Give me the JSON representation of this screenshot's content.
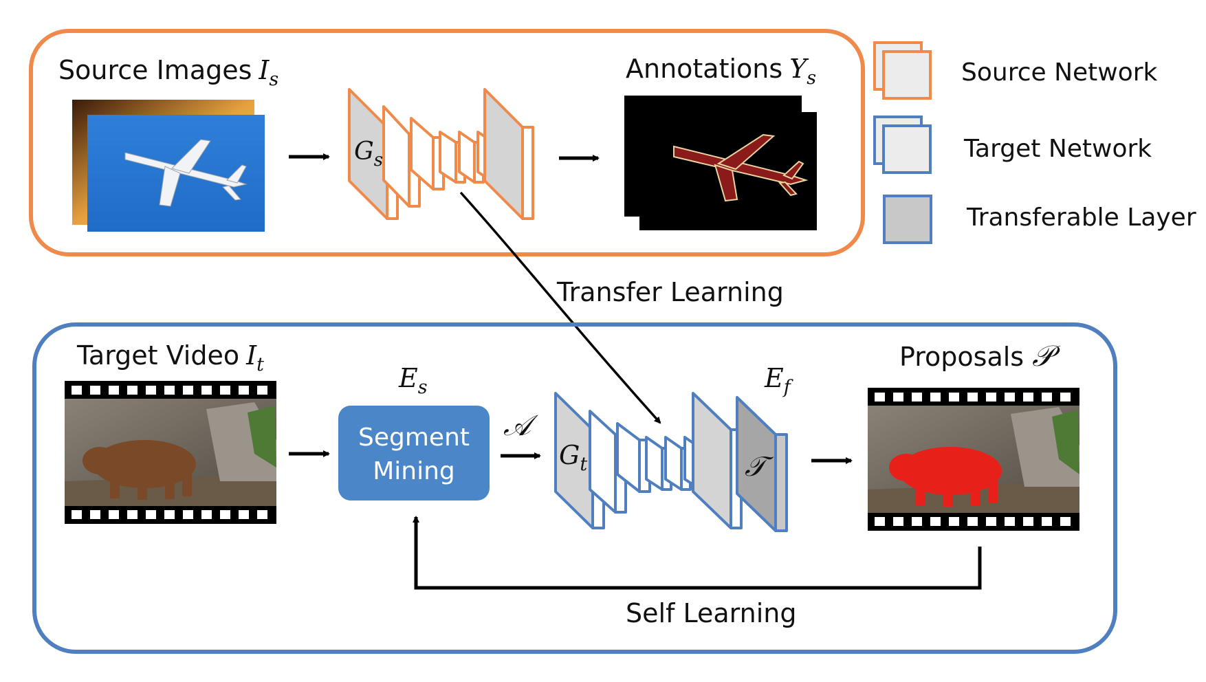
{
  "colors": {
    "source": "#f08a4b",
    "target": "#4f7fbf",
    "transferable": "#c8c8c8",
    "layer_fill": "#d9d9d9",
    "segment_box": "#4a86c8",
    "segment_text": "#ffffff",
    "mask_airplane": "#8b1a1a",
    "mask_bear": "#e8201a"
  },
  "source_panel": {
    "images_label": "Source Images",
    "images_symbol_base": "I",
    "images_symbol_sub": "s",
    "network_symbol_base": "G",
    "network_symbol_sub": "s",
    "annotations_label": "Annotations",
    "annotations_symbol_base": "Y",
    "annotations_symbol_sub": "s"
  },
  "transfer_label": "Transfer Learning",
  "target_panel": {
    "video_label": "Target Video",
    "video_symbol_base": "I",
    "video_symbol_sub": "t",
    "es_symbol_base": "E",
    "es_symbol_sub": "s",
    "segment_mining_line1": "Segment",
    "segment_mining_line2": "Mining",
    "a_symbol": "𝒜",
    "network_symbol_base": "G",
    "network_symbol_sub": "t",
    "ef_symbol_base": "E",
    "ef_symbol_sub": "f",
    "t_symbol": "𝒯",
    "proposals_label": "Proposals",
    "proposals_symbol": "𝒫",
    "self_learning_label": "Self Learning"
  },
  "legend": [
    {
      "label": "Source Network",
      "icon": "source-network-icon"
    },
    {
      "label": "Target Network",
      "icon": "target-network-icon"
    },
    {
      "label": "Transferable Layer",
      "icon": "transferable-layer-icon"
    }
  ]
}
